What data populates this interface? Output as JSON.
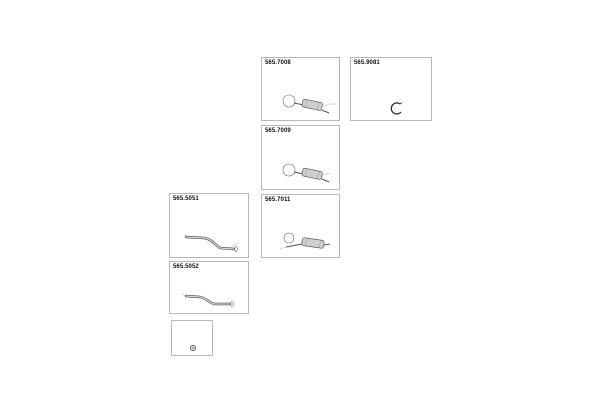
{
  "catalog": {
    "parts": [
      {
        "id": "565.7008",
        "meta": [
          "",
          "",
          ""
        ],
        "note": ""
      },
      {
        "id": "565.9081",
        "meta": [
          ""
        ],
        "note": ""
      },
      {
        "id": "565.7009",
        "meta": [
          "",
          ""
        ],
        "note": ""
      },
      {
        "id": "565.7011",
        "meta": [
          "",
          "",
          "",
          ""
        ],
        "note": ""
      },
      {
        "id": "565.5051",
        "meta": [
          "",
          ""
        ],
        "note": ""
      },
      {
        "id": "565.5052",
        "meta": [
          "",
          ""
        ],
        "note": ""
      },
      {
        "id": "",
        "meta": [
          ""
        ],
        "note": ""
      }
    ]
  }
}
